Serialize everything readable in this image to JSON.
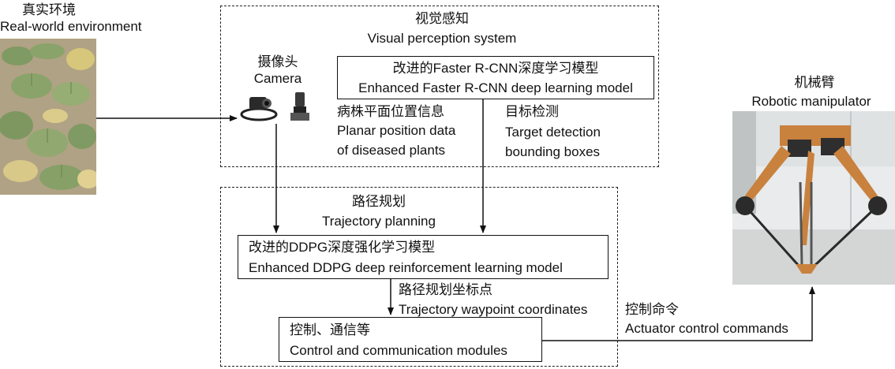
{
  "real_world": {
    "zh": "真实环境",
    "en": "Real-world environment"
  },
  "perception": {
    "zh": "视觉感知",
    "en": "Visual perception system",
    "camera": {
      "zh": "摄像头",
      "en": "Camera"
    },
    "model": {
      "zh": "改进的Faster R-CNN深度学习模型",
      "en": "Enhanced Faster R-CNN deep learning model"
    },
    "planar": {
      "zh": "病株平面位置信息",
      "en1": "Planar position data",
      "en2": "of diseased plants"
    },
    "detection": {
      "zh": "目标检测",
      "en1": "Target detection",
      "en2": "bounding boxes"
    }
  },
  "planning": {
    "zh": "路径规划",
    "en": "Trajectory planning",
    "model": {
      "zh": "改进的DDPG深度强化学习模型",
      "en": "Enhanced DDPG deep reinforcement learning model"
    },
    "waypoints": {
      "zh": "路径规划坐标点",
      "en": "Trajectory waypoint coordinates"
    },
    "control": {
      "zh": "控制、通信等",
      "en": "Control and communication modules"
    }
  },
  "commands": {
    "zh": "控制命令",
    "en": "Actuator control commands"
  },
  "robot": {
    "zh": "机械臂",
    "en": "Robotic manipulator"
  },
  "colors": {
    "line": "#111111",
    "leaf": "#8aa36a",
    "soil": "#b7a98a",
    "robot_frame": "#c9813e"
  }
}
